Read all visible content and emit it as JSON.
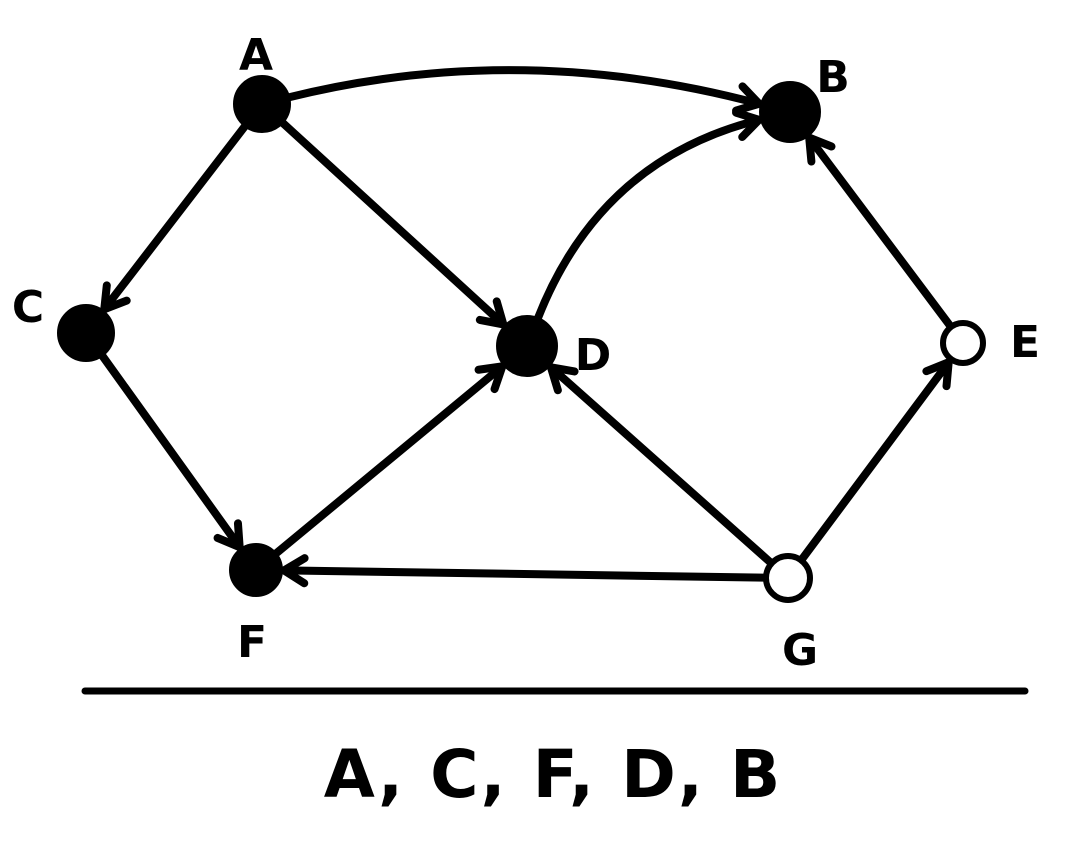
{
  "nodes": [
    {
      "id": "A",
      "label": "A",
      "filled": true
    },
    {
      "id": "B",
      "label": "B",
      "filled": true
    },
    {
      "id": "C",
      "label": "C",
      "filled": true
    },
    {
      "id": "D",
      "label": "D",
      "filled": true
    },
    {
      "id": "E",
      "label": "E",
      "filled": false
    },
    {
      "id": "F",
      "label": "F",
      "filled": true
    },
    {
      "id": "G",
      "label": "G",
      "filled": false
    }
  ],
  "edges": [
    {
      "from": "A",
      "to": "B"
    },
    {
      "from": "A",
      "to": "C"
    },
    {
      "from": "A",
      "to": "D"
    },
    {
      "from": "C",
      "to": "F"
    },
    {
      "from": "F",
      "to": "D"
    },
    {
      "from": "D",
      "to": "B"
    },
    {
      "from": "G",
      "to": "D"
    },
    {
      "from": "G",
      "to": "F"
    },
    {
      "from": "G",
      "to": "E"
    },
    {
      "from": "E",
      "to": "B"
    }
  ],
  "sequence": {
    "text": "A, C, F, D, B"
  },
  "colors": {
    "ink": "#000000",
    "background": "#ffffff"
  }
}
